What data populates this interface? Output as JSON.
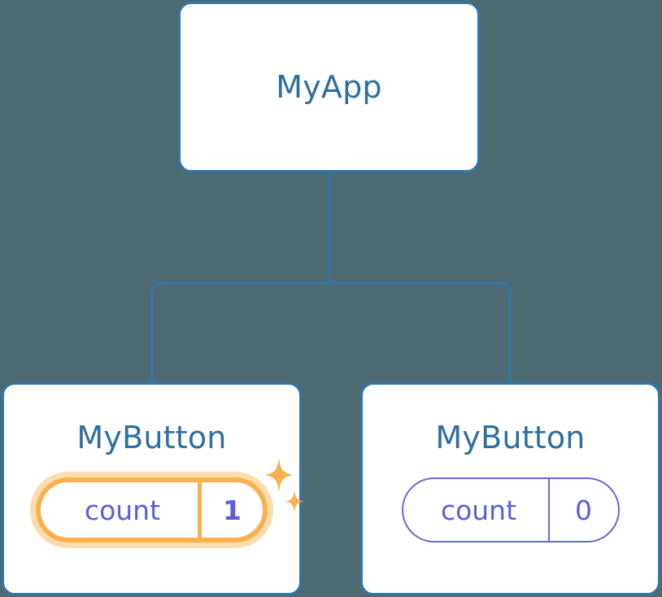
{
  "diagram": {
    "type": "component-tree",
    "background_color": "#4d6a73",
    "connector_color": "#2e77ad",
    "title_color": "#2e6f9e",
    "prop_text_color": "#5b5fd6",
    "highlight_color": "#f8b14f",
    "highlight_glow_color": "#fbdcae",
    "plain_border_color": "#6168d8",
    "card_background": "#ffffff"
  },
  "root": {
    "title": "MyApp"
  },
  "children": [
    {
      "title": "MyButton",
      "prop_key": "count",
      "prop_value": "1",
      "highlighted": true,
      "sparkle_large": "sparkle-icon",
      "sparkle_small": "sparkle-icon"
    },
    {
      "title": "MyButton",
      "prop_key": "count",
      "prop_value": "0",
      "highlighted": false
    }
  ]
}
